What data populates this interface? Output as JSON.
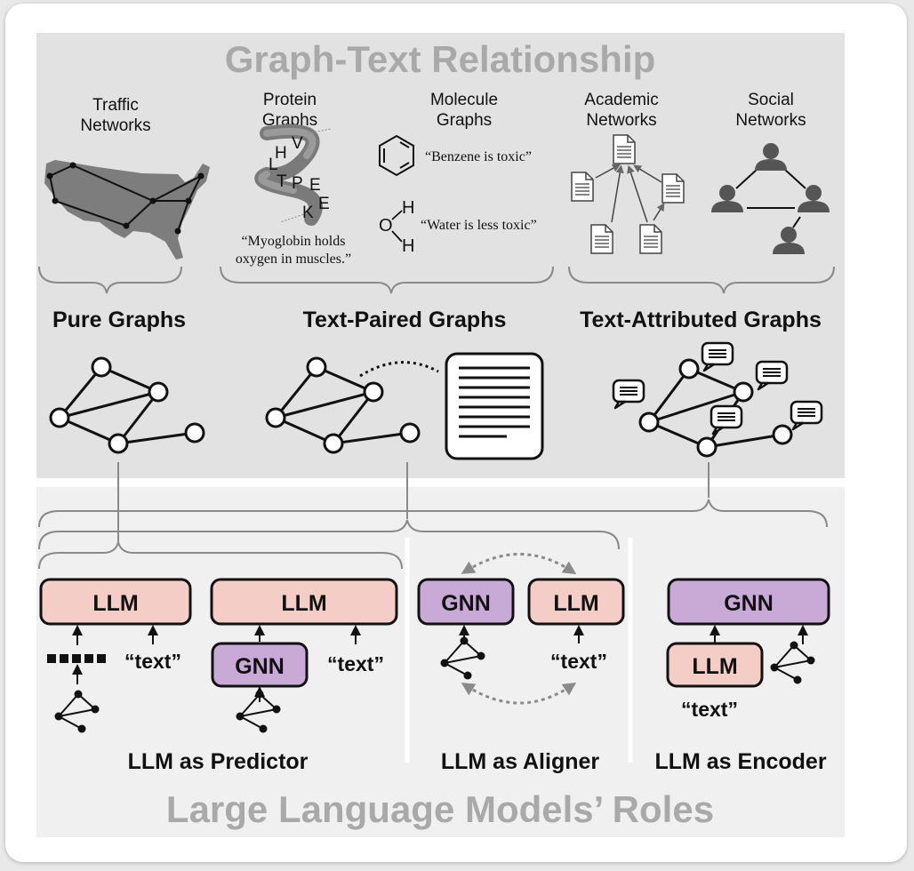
{
  "title_top": "Graph-Text Relationship",
  "title_bottom": "Large Language Models’ Roles",
  "domains": {
    "traffic": "Traffic Networks",
    "protein": "Protein Graphs",
    "molecule": "Molecule Graphs",
    "academic": "Academic Networks",
    "social": "Social Networks"
  },
  "protein_letters": [
    "L",
    "H",
    "V",
    "T",
    "P",
    "E",
    "K",
    "E"
  ],
  "quotes": {
    "myoglobin_line1": "“Myoglobin holds",
    "myoglobin_line2": "oxygen in muscles.”",
    "benzene": "“Benzene is toxic”",
    "water": "“Water is less toxic”"
  },
  "chem": {
    "h1": "H",
    "o": "O",
    "h2": "H"
  },
  "categories": {
    "pure": "Pure Graphs",
    "text_paired": "Text-Paired Graphs",
    "text_attributed": "Text-Attributed Graphs"
  },
  "boxes": {
    "llm": "LLM",
    "gnn": "GNN",
    "text_input": "“text”"
  },
  "roles": {
    "predictor": "LLM as Predictor",
    "aligner": "LLM as Aligner",
    "encoder": "LLM as Encoder"
  },
  "colors": {
    "llm_fill": "#f3cdc6",
    "gnn_fill": "#c9a9d6",
    "panel_top": "#e2e2e2",
    "panel_bottom": "#f0f0f0",
    "title_gray": "#a9a9a9",
    "brace_gray": "#8a8a8a"
  },
  "icons": [
    "us-map-icon",
    "protein-helix-icon",
    "benzene-icon",
    "water-molecule-icon",
    "document-icon",
    "person-icon",
    "text-bubble-icon",
    "graph-icon",
    "token-sequence-icon"
  ]
}
